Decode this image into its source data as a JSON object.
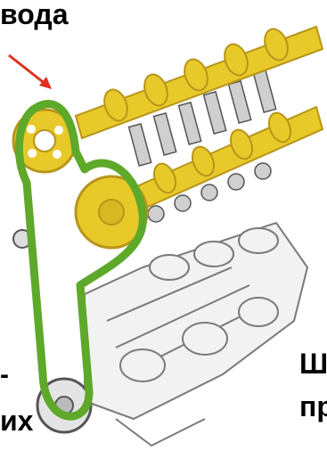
{
  "labels": {
    "top": "вода",
    "right_line1": "Ш",
    "right_line2": "пр",
    "left_line1": "-",
    "left_line2": "их"
  },
  "colors": {
    "belt": "#5ea82a",
    "camshaft": "#e8c92a",
    "camshaft_shade": "#b7951a",
    "arrow": "#e03020",
    "engine_line": "#7a7a7a",
    "engine_fill": "#f2f2f2"
  }
}
